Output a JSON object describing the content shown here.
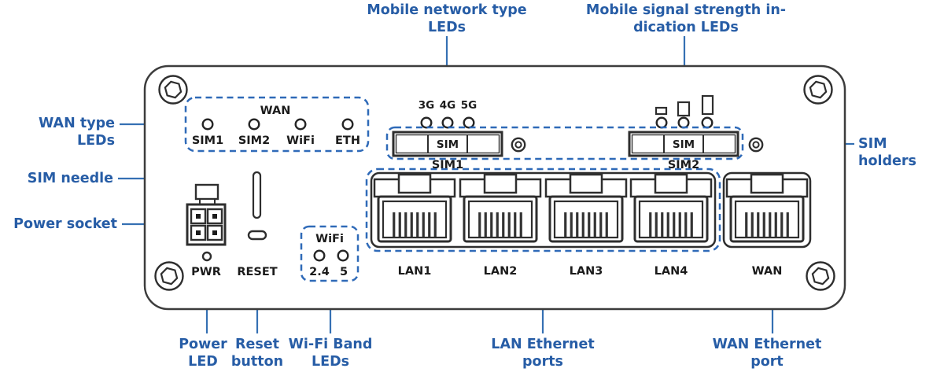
{
  "colors": {
    "label_blue": "#275da6",
    "line_blue": "#3570b3",
    "dash_blue": "#2f6ab8",
    "outline_dark": "#2e2e2e",
    "device_text": "#1b1b1b"
  },
  "callouts": {
    "mobile_network": {
      "line1": "Mobile network type",
      "line2": "LEDs"
    },
    "mobile_signal": {
      "line1": "Mobile signal strength in-",
      "line2": "dication LEDs"
    },
    "wan_type": {
      "label": "WAN type LEDs"
    },
    "sim_needle": {
      "label": "SIM needle"
    },
    "power_socket": {
      "label": "Power socket"
    },
    "sim_holders": {
      "label": "SIM holders"
    },
    "power_led": {
      "line1": "Power",
      "line2": "LED"
    },
    "reset_button": {
      "line1": "Reset",
      "line2": "button"
    },
    "wifi_band": {
      "line1": "Wi-Fi Band",
      "line2": "LEDs"
    },
    "lan_ports": {
      "line1": "LAN Ethernet",
      "line2": "ports"
    },
    "wan_port": {
      "line1": "WAN Ethernet",
      "line2": "port"
    }
  },
  "device": {
    "wan_led_group": {
      "title": "WAN",
      "leds": [
        "SIM1",
        "SIM2",
        "WiFi",
        "ETH"
      ]
    },
    "network_type_leds": [
      "3G",
      "4G",
      "5G"
    ],
    "sim1": {
      "tray_label": "SIM",
      "name": "SIM1"
    },
    "sim2": {
      "tray_label": "SIM",
      "name": "SIM2"
    },
    "pwr_label": "PWR",
    "reset_label": "RESET",
    "wifi_group": {
      "title": "WiFi",
      "leds": [
        "2.4",
        "5"
      ]
    },
    "eth_ports": [
      "LAN1",
      "LAN2",
      "LAN3",
      "LAN4"
    ],
    "wan_port_label": "WAN"
  }
}
